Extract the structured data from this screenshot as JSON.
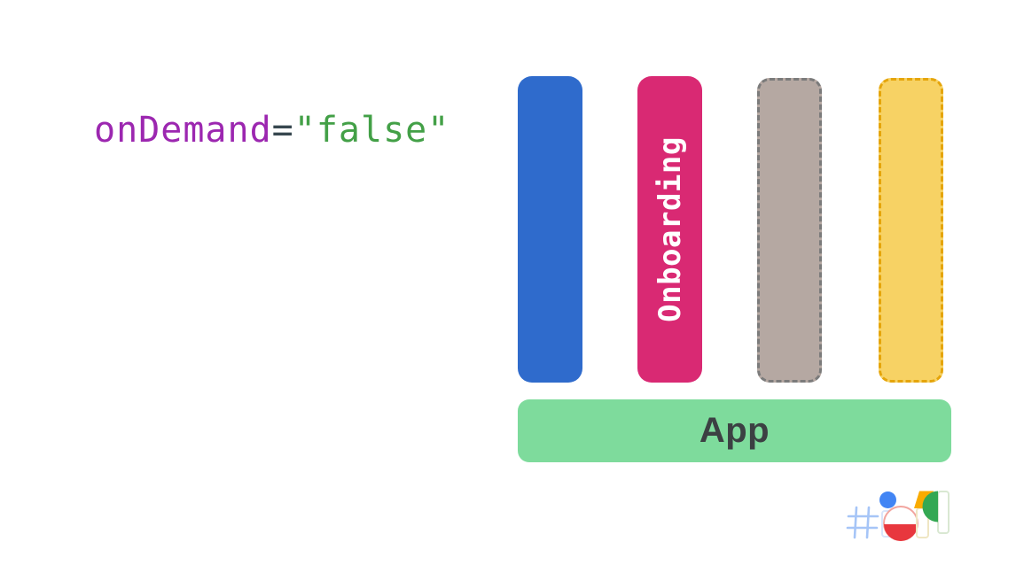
{
  "slide": {
    "background_color": "#FFFFFF",
    "code_snippet": {
      "full_text": "onDemand=\"false\"",
      "attribute": "onDemand",
      "operator": "=",
      "value": "\"false\"",
      "colors": {
        "attribute": "#9C27B0",
        "operator": "#37474F",
        "value": "#43A047"
      }
    },
    "modules": [
      {
        "name": "feature-module-blue",
        "label": "",
        "fill": "#2F6BCC",
        "border_style": "solid"
      },
      {
        "name": "feature-module-onboarding",
        "label": "Onboarding",
        "label_color": "#FFFFFF",
        "fill": "#D92973",
        "border_style": "solid"
      },
      {
        "name": "feature-module-taupe",
        "label": "",
        "fill": "#B5A8A2",
        "border_color": "#7B7B7B",
        "border_style": "dashed"
      },
      {
        "name": "feature-module-yellow",
        "label": "",
        "fill": "#F7D264",
        "border_color": "#E5A50B",
        "border_style": "dashed"
      }
    ],
    "app_bar": {
      "label": "App",
      "fill": "#7EDB9C",
      "text_color": "#3C4043"
    },
    "logo": {
      "name": "google-io-2019-logo",
      "depicts": "#io19",
      "colors": {
        "hash": "#A6C5F7",
        "i_dot": "#4285F4",
        "o_circle_bottom": "#E8373E",
        "one_parallelogram": "#F9AB00",
        "nine_half_disc": "#34A853"
      }
    }
  }
}
